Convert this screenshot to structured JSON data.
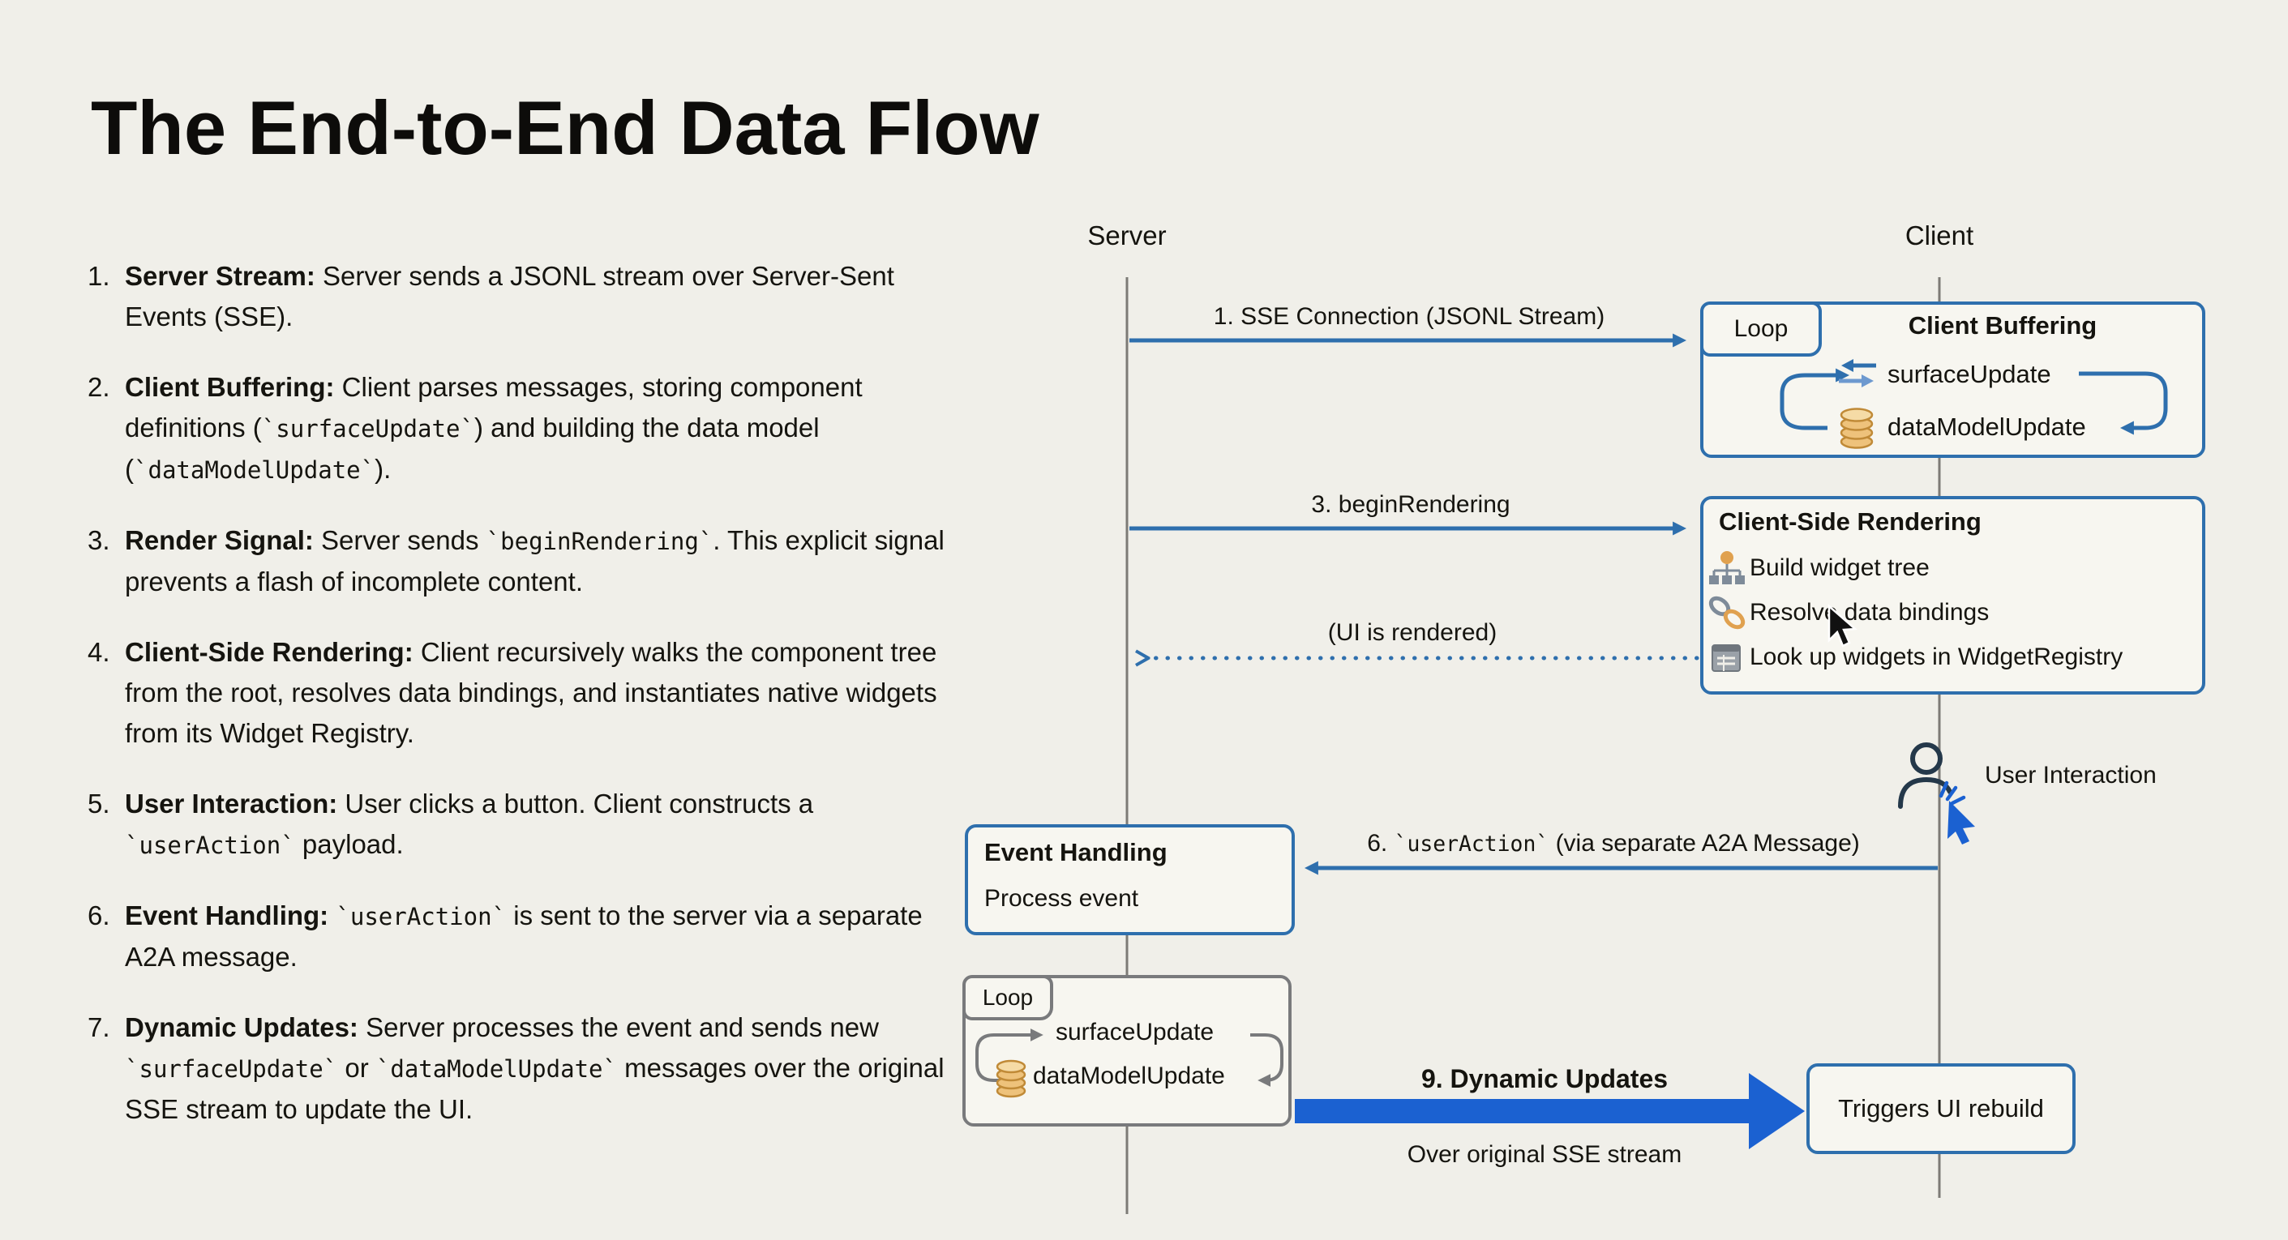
{
  "title": "The End-to-End Data Flow",
  "steps": [
    {
      "num": "1.",
      "label": "Server Stream:",
      "parts": [
        {
          "t": " Server sends a JSONL stream over Server-Sent Events (SSE)."
        }
      ]
    },
    {
      "num": "2.",
      "label": "Client Buffering:",
      "parts": [
        {
          "t": " Client parses messages, storing component definitions ("
        },
        {
          "c": "`surfaceUpdate`"
        },
        {
          "t": ") and building the data model ("
        },
        {
          "c": "`dataModelUpdate`"
        },
        {
          "t": ")."
        }
      ]
    },
    {
      "num": "3.",
      "label": "Render Signal:",
      "parts": [
        {
          "t": " Server sends "
        },
        {
          "c": "`beginRendering`"
        },
        {
          "t": ". This explicit signal prevents a flash of incomplete content."
        }
      ]
    },
    {
      "num": "4.",
      "label": "Client-Side Rendering:",
      "parts": [
        {
          "t": " Client recursively walks the component tree from the root, resolves data bindings, and instantiates native widgets from its Widget Registry."
        }
      ]
    },
    {
      "num": "5.",
      "label": "User Interaction:",
      "parts": [
        {
          "t": " User clicks a button. Client constructs a "
        },
        {
          "c": "`userAction`"
        },
        {
          "t": " payload."
        }
      ]
    },
    {
      "num": "6.",
      "label": "Event Handling:",
      "parts": [
        {
          "t": " "
        },
        {
          "c": "`userAction`"
        },
        {
          "t": " is sent to the server via a separate A2A message."
        }
      ]
    },
    {
      "num": "7.",
      "label": "Dynamic Updates:",
      "parts": [
        {
          "t": " Server processes the event and sends new "
        },
        {
          "c": "`surfaceUpdate`"
        },
        {
          "t": " or "
        },
        {
          "c": "`dataModelUpdate`"
        },
        {
          "t": " messages over the original SSE stream to update the UI."
        }
      ]
    }
  ],
  "diagram": {
    "server_label": "Server",
    "client_label": "Client",
    "messages": {
      "m1": "1. SSE Connection (JSONL Stream)",
      "m3": "3. beginRendering",
      "ui_rendered": "(UI is rendered)",
      "m6_parts": [
        {
          "t": "6. "
        },
        {
          "c": "`userAction`"
        },
        {
          "t": " (via separate A2A Message)"
        }
      ],
      "m9": "9. Dynamic Updates",
      "m9_sub": "Over original SSE stream"
    },
    "client_buffering": {
      "tab": "Loop",
      "title": "Client Buffering",
      "rows": [
        "surfaceUpdate",
        "dataModelUpdate"
      ]
    },
    "client_side_rendering": {
      "title": "Client-Side Rendering",
      "rows": [
        "Build widget tree",
        "Resolve data bindings",
        "Look up widgets in WidgetRegistry"
      ]
    },
    "user_interaction_label": "User Interaction",
    "event_handling": {
      "title": "Event Handling",
      "sub": "Process event"
    },
    "server_loop": {
      "tab": "Loop",
      "rows": [
        "surfaceUpdate",
        "dataModelUpdate"
      ]
    },
    "triggers_label": "Triggers UI rebuild",
    "icons": [
      "exchange-icon",
      "database-icon",
      "widget-tree-icon",
      "link-icon",
      "registry-icon",
      "user-click-icon",
      "mouse-cursor-icon"
    ],
    "colors": {
      "accent_blue": "#2e6fad",
      "bright_arrow_blue": "#1b61d1",
      "loop_grey": "#797a7c",
      "db_orange": "#eec27b",
      "background": "#f0efe9"
    }
  }
}
